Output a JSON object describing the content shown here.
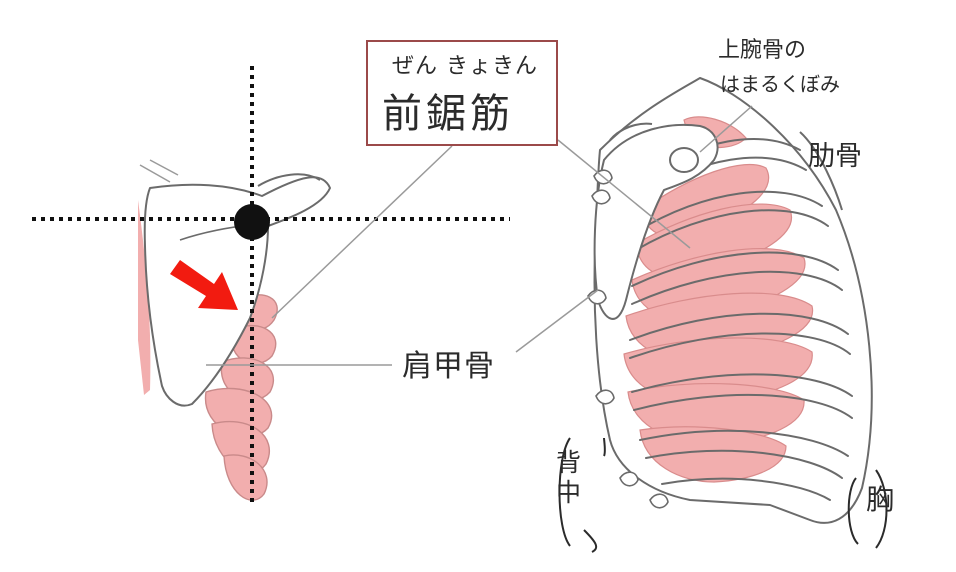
{
  "title": {
    "ruby": "ぜん きょきん",
    "text": "前鋸筋"
  },
  "labels": {
    "glenoid_fossa_line1": "上腕骨の",
    "glenoid_fossa_line2": "はまるくぼみ",
    "ribs": "肋骨",
    "scapula": "肩甲骨",
    "back": "背中",
    "chest": "胸"
  },
  "colors": {
    "muscle_fill": "#f2aeae",
    "muscle_stroke": "#d98c8c",
    "line_art": "#6b6b6b",
    "title_border": "#9b4a4a",
    "arrow": "#f21b10",
    "crosshair": "#111111",
    "leader_line": "#9a9a9a"
  },
  "icons": {
    "arrow": "red-arrow-icon",
    "pivot": "pivot-dot-icon"
  }
}
